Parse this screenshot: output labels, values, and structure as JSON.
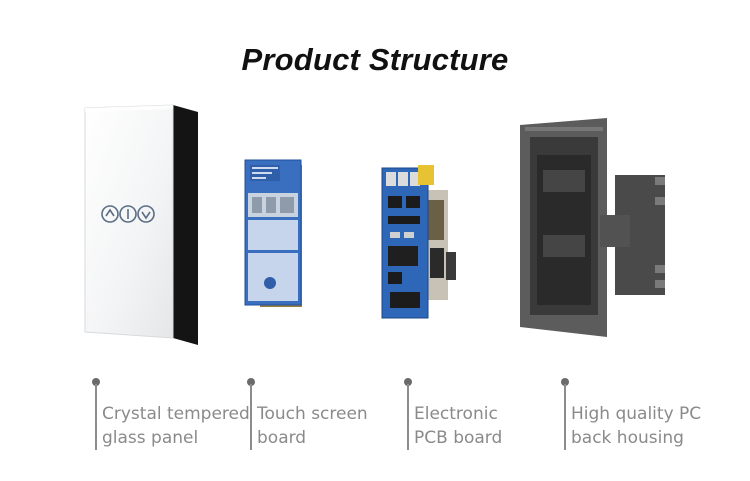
{
  "title": "Product Structure",
  "components": [
    {
      "line1": "Crystal tempered",
      "line2": "glass panel"
    },
    {
      "line1": "Touch screen",
      "line2": "board"
    },
    {
      "line1": "Electronic",
      "line2": "PCB board"
    },
    {
      "line1": "High quality PC",
      "line2": "back housing"
    }
  ]
}
